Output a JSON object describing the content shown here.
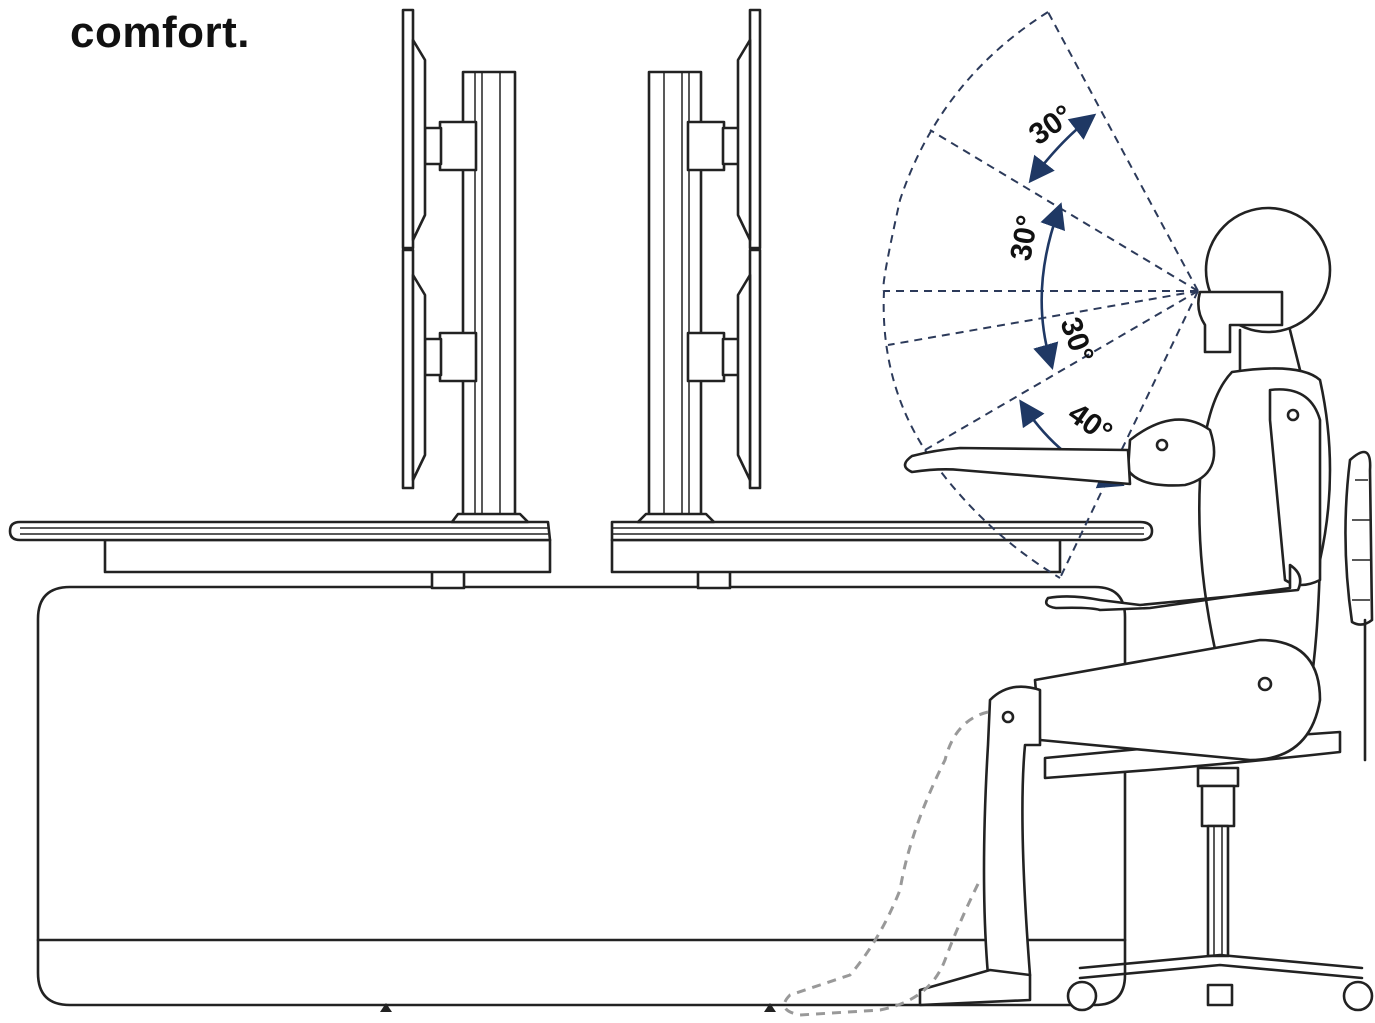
{
  "heading": "comfort.",
  "angles": {
    "a1": "30°",
    "a2": "30°",
    "a3": "30°",
    "a4": "40°"
  },
  "colors": {
    "line": "#222222",
    "sight_lines": "#2c3a5a",
    "angle_arrows": "#1f3864",
    "leg_outline": "#999999"
  }
}
